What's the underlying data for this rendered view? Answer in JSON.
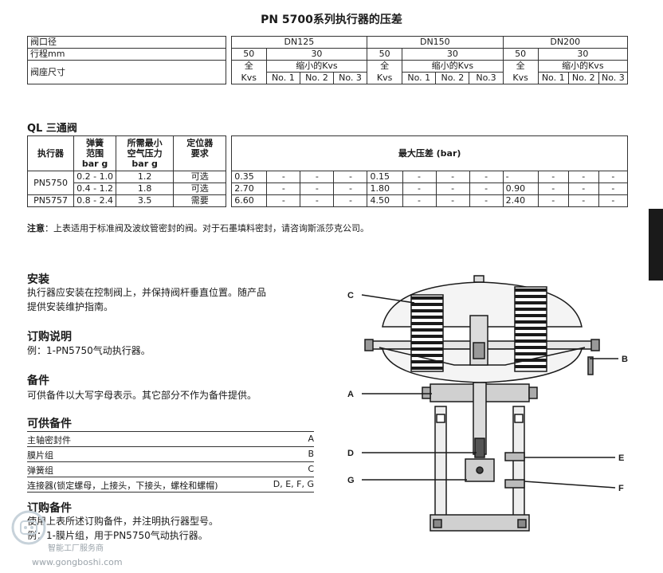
{
  "title": "PN 5700系列执行器的压差",
  "table1": {
    "row_labels": [
      "阀口径",
      "行程mm",
      "阀座尺寸"
    ],
    "dn_headers": [
      "DN125",
      "DN150",
      "DN200"
    ],
    "strokes": [
      "50",
      "30",
      "50",
      "30",
      "50",
      "30"
    ],
    "full_top": "全",
    "kvs": "Kvs",
    "reduced": "缩小的Kvs",
    "no_labels_a": [
      "No. 1",
      "No. 2",
      "No. 3"
    ],
    "no_labels_b": [
      "No. 1",
      "No. 2",
      "No.3"
    ],
    "no_labels_c": [
      "No. 1",
      "No. 2",
      "No. 3"
    ]
  },
  "ql": {
    "title": "QL 三通阀",
    "headers": {
      "actuator": "执行器",
      "spring": "弹簧\n范围\nbar g",
      "supply": "所需最小\n空气压力\nbar g",
      "positioner": "定位器\n要求",
      "max_dp": "最大压差 (bar)"
    },
    "rows": [
      {
        "actuator": "PN5750",
        "range": "0.2 - 1.0",
        "supply": "1.2",
        "positioner": "可选",
        "values": [
          "0.35",
          "-",
          "-",
          "-",
          "0.15",
          "-",
          "-",
          "-",
          "-",
          "-",
          "-",
          "-"
        ]
      },
      {
        "actuator": "",
        "range": "0.4 - 1.2",
        "supply": "1.8",
        "positioner": "可选",
        "values": [
          "2.70",
          "-",
          "-",
          "-",
          "1.80",
          "-",
          "-",
          "-",
          "0.90",
          "-",
          "-",
          "-"
        ]
      },
      {
        "actuator": "PN5757",
        "range": "0.8 - 2.4",
        "supply": "3.5",
        "positioner": "需要",
        "values": [
          "6.60",
          "-",
          "-",
          "-",
          "4.50",
          "-",
          "-",
          "-",
          "2.40",
          "-",
          "-",
          "-"
        ]
      }
    ]
  },
  "note": {
    "label": "注意",
    "text": "：上表适用于标准阀及波纹管密封的阀。对于石墨填料密封，请咨询斯派莎克公司。"
  },
  "install": {
    "title": "安装",
    "lines": [
      "执行器应安装在控制阀上，并保持阀杆垂直位置。随产品",
      "提供安装维护指南。"
    ]
  },
  "order": {
    "title": "订购说明",
    "text": "例：1-PN5750气动执行器。"
  },
  "spares": {
    "title": "备件",
    "text": "可供备件以大写字母表示。其它部分不作为备件提供。"
  },
  "available": {
    "title": "可供备件",
    "items": [
      {
        "name": "主轴密封件",
        "code": "A"
      },
      {
        "name": "膜片组",
        "code": "B"
      },
      {
        "name": "弹簧组",
        "code": "C"
      },
      {
        "name": "连接器(锁定螺母，上接头，下接头，螺栓和螺帽)",
        "code": "D, E, F, G"
      }
    ]
  },
  "order_spares": {
    "title": "订购备件",
    "lines": [
      "使用上表所述订购备件，并注明执行器型号。",
      "例：1-膜片组，用于PN5750气动执行器。"
    ]
  },
  "diagram_labels": {
    "A": "A",
    "B": "B",
    "C": "C",
    "D": "D",
    "E": "E",
    "F": "F",
    "G": "G"
  },
  "watermark": {
    "line1": "智能工厂服务商",
    "line2": "www.gongboshi.com"
  }
}
